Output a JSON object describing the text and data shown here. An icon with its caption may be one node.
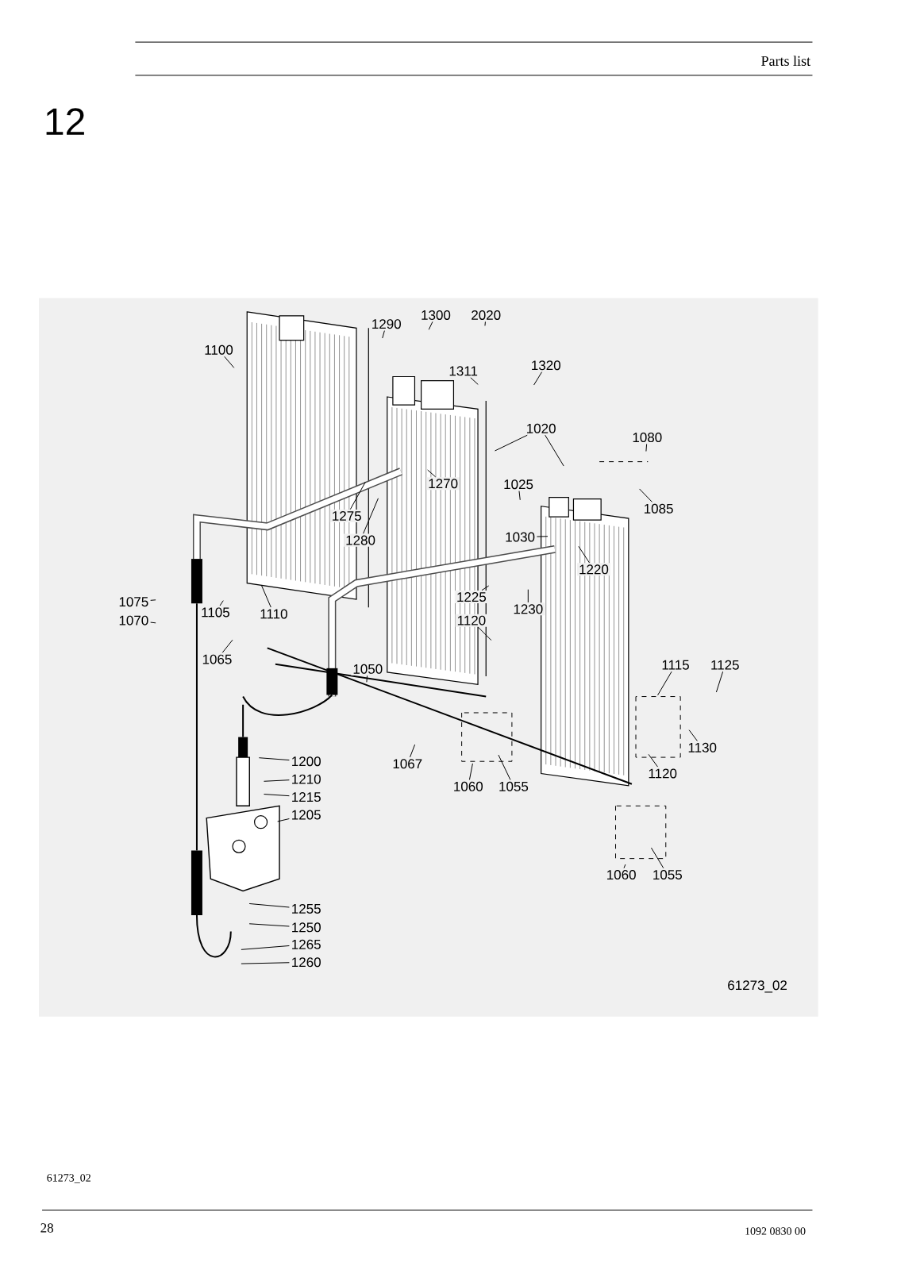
{
  "diagram": {
    "nodes": [
      {
        "text": [
          "1300"
        ]
      },
      {
        "text": [
          "2020"
        ]
      },
      {
        "text": [
          "1290"
        ]
      },
      {
        "text": [
          "1100"
        ]
      },
      {
        "text": [
          "1320"
        ]
      },
      {
        "text": [
          "1311"
        ]
      },
      {
        "text": [
          "1020"
        ]
      },
      {
        "text": [
          "1080"
        ]
      },
      {
        "text": [
          "1025"
        ]
      },
      {
        "text": [
          "1270"
        ]
      },
      {
        "text": [
          "1085"
        ]
      },
      {
        "text": [
          "1275"
        ]
      },
      {
        "text": [
          "1030"
        ]
      },
      {
        "text": [
          "1280"
        ]
      },
      {
        "text": [
          "1220"
        ]
      },
      {
        "text": [
          "1225"
        ]
      },
      {
        "text": [
          "1075"
        ]
      },
      {
        "text": [
          "1230"
        ]
      },
      {
        "text": [
          "1105"
        ]
      },
      {
        "text": [
          "1110"
        ]
      },
      {
        "text": [
          "1070"
        ]
      },
      {
        "text": [
          "1120"
        ]
      },
      {
        "text": [
          "1065"
        ]
      },
      {
        "text": [
          "1115"
        ]
      },
      {
        "text": [
          "1125"
        ]
      },
      {
        "text": [
          "1050"
        ]
      },
      {
        "text": [
          "1130"
        ]
      },
      {
        "text": [
          "1200"
        ]
      },
      {
        "text": [
          "1067"
        ]
      },
      {
        "text": [
          "1120"
        ]
      },
      {
        "text": [
          "1210"
        ]
      },
      {
        "text": [
          "1060"
        ]
      },
      {
        "text": [
          "1055"
        ]
      },
      {
        "text": [
          "1215"
        ]
      },
      {
        "text": [
          "1205"
        ]
      },
      {
        "text": [
          "1060"
        ]
      },
      {
        "text": [
          "1055"
        ]
      },
      {
        "text": [
          "1255"
        ]
      },
      {
        "text": [
          "1250"
        ]
      },
      {
        "text": [
          "1265"
        ]
      },
      {
        "text": [
          "1260"
        ]
      }
    ],
    "edges": [
      {
        "from": 0,
        "to": null,
        "arrow": "none"
      },
      {
        "from": 1,
        "to": null,
        "arrow": "none"
      },
      {
        "from": 2,
        "to": null,
        "arrow": "none"
      },
      {
        "from": 3,
        "to": null,
        "arrow": "none"
      },
      {
        "from": 4,
        "to": null,
        "arrow": "none"
      },
      {
        "from": 5,
        "to": null,
        "arrow": "none"
      },
      {
        "from": 6,
        "to": null,
        "arrow": "none"
      },
      {
        "from": 6,
        "to": null,
        "arrow": "none"
      },
      {
        "from": 7,
        "to": null,
        "arrow": "none"
      },
      {
        "from": 8,
        "to": null,
        "arrow": "none"
      },
      {
        "from": 9,
        "to": null,
        "arrow": "none"
      },
      {
        "from": 10,
        "to": null,
        "arrow": "none"
      },
      {
        "from": 11,
        "to": null,
        "arrow": "none"
      },
      {
        "from": 12,
        "to": null,
        "arrow": "none"
      },
      {
        "from": 13,
        "to": null,
        "arrow": "none"
      },
      {
        "from": 14,
        "to": null,
        "arrow": "none"
      },
      {
        "from": 15,
        "to": null,
        "arrow": "none"
      },
      {
        "from": 16,
        "to": null,
        "arrow": "none"
      },
      {
        "from": 17,
        "to": null,
        "arrow": "none"
      },
      {
        "from": 18,
        "to": null,
        "arrow": "none"
      },
      {
        "from": 19,
        "to": null,
        "arrow": "none"
      },
      {
        "from": 20,
        "to": null,
        "arrow": "none"
      },
      {
        "from": 21,
        "to": null,
        "arrow": "none"
      },
      {
        "from": 22,
        "to": null,
        "arrow": "none"
      },
      {
        "from": 23,
        "to": null,
        "arrow": "none"
      },
      {
        "from": 24,
        "to": null,
        "arrow": "none"
      },
      {
        "from": 25,
        "to": null,
        "arrow": "none"
      },
      {
        "from": 26,
        "to": null,
        "arrow": "none"
      },
      {
        "from": 27,
        "to": null,
        "arrow": "none"
      },
      {
        "from": 28,
        "to": null,
        "arrow": "none"
      },
      {
        "from": 29,
        "to": null,
        "arrow": "none"
      },
      {
        "from": 30,
        "to": null,
        "arrow": "none"
      },
      {
        "from": 31,
        "to": null,
        "arrow": "none"
      },
      {
        "from": 32,
        "to": null,
        "arrow": "none"
      },
      {
        "from": 33,
        "to": null,
        "arrow": "none"
      },
      {
        "from": 34,
        "to": null,
        "arrow": "none"
      },
      {
        "from": 35,
        "to": null,
        "arrow": "none"
      },
      {
        "from": 36,
        "to": null,
        "arrow": "none"
      },
      {
        "from": 37,
        "to": null,
        "arrow": "none"
      },
      {
        "from": 38,
        "to": null,
        "arrow": "none"
      },
      {
        "from": 39,
        "to": null,
        "arrow": "none"
      },
      {
        "from": 40,
        "to": null,
        "arrow": "none"
      }
    ],
    "labels": [
      "Parts list",
      "12",
      "61273_02",
      "61273_02",
      "28",
      "1092 0830 00"
    ]
  }
}
